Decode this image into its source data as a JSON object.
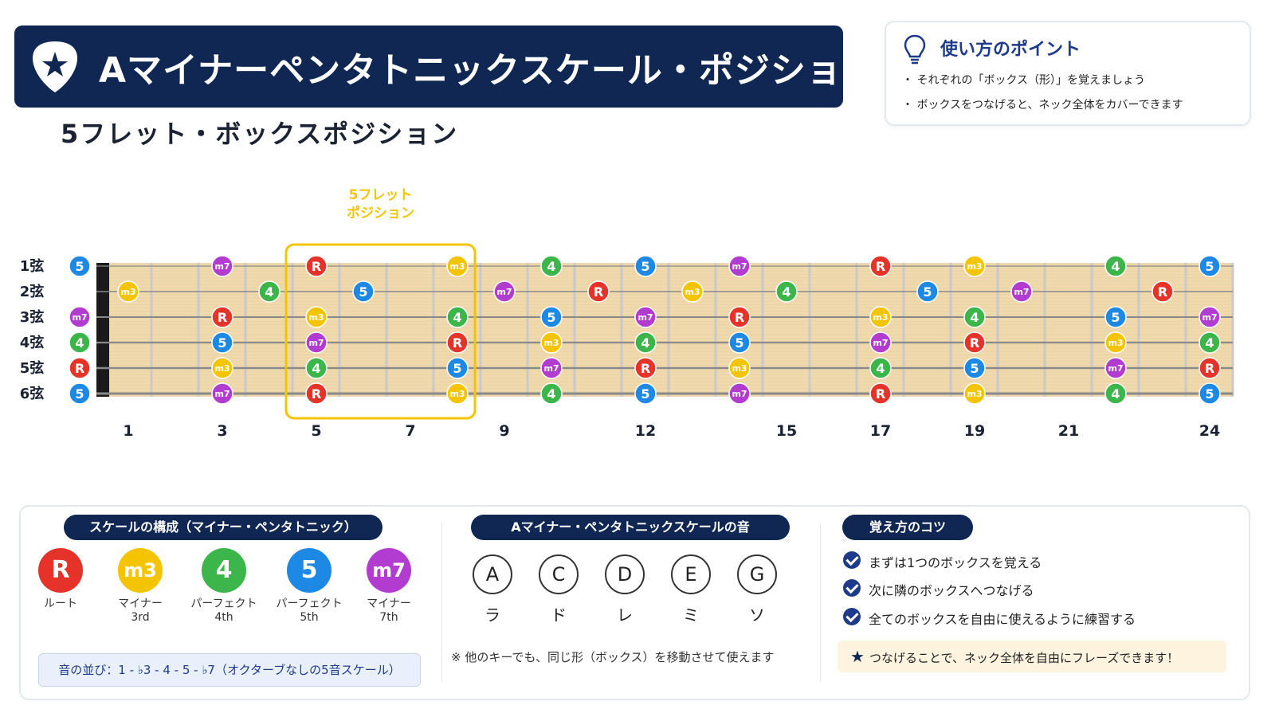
{
  "header": {
    "title": "Aマイナーペンタトニックスケール・ポジション",
    "subtitle": "5フレット・ボックスポジション",
    "logo_icon": "guitar-pick-star-icon"
  },
  "tips": {
    "icon": "lightbulb-icon",
    "title": "使い方のポイント",
    "items": [
      "・ それぞれの「ボックス（形）」を覚えましょう",
      "・ ボックスをつなげると、ネック全体をカバーできます"
    ]
  },
  "fretboard": {
    "highlight_label_line1": "5フレット",
    "highlight_label_line2": "ポジション",
    "highlight_frets": [
      5,
      7
    ],
    "string_labels": [
      "1弦",
      "2弦",
      "3弦",
      "4弦",
      "5弦",
      "6弦"
    ],
    "fret_numbers": [
      "1",
      "3",
      "5",
      "7",
      "9",
      "12",
      "15",
      "17",
      "19",
      "21",
      "24"
    ],
    "fret_number_positions": [
      1,
      3,
      5,
      7,
      9,
      12,
      15,
      17,
      19,
      21,
      24
    ],
    "notes": {
      "1": [
        "5",
        "",
        "m7",
        "",
        "R",
        "",
        "m3",
        "",
        "4",
        "",
        "5",
        "",
        "m7",
        "",
        "R",
        "",
        "m3",
        "",
        "4",
        "",
        "5"
      ],
      "2": [
        "",
        "m3",
        "",
        "4",
        "",
        "5",
        "",
        "m7",
        "",
        "R",
        "",
        "m3",
        "",
        "4",
        "",
        "5",
        "",
        "m7",
        "",
        "R",
        ""
      ],
      "3": [
        "m7",
        "",
        "R",
        "",
        "m3",
        "",
        "4",
        "",
        "5",
        "",
        "m7",
        "",
        "R",
        "",
        "m3",
        "",
        "4",
        "",
        "5",
        "",
        "m7"
      ],
      "4": [
        "4",
        "",
        "5",
        "",
        "m7",
        "",
        "R",
        "",
        "m3",
        "",
        "4",
        "",
        "5",
        "",
        "m7",
        "",
        "R",
        "",
        "m3",
        "",
        "4"
      ],
      "5": [
        "R",
        "",
        "m3",
        "",
        "4",
        "",
        "5",
        "",
        "m7",
        "",
        "R",
        "",
        "m3",
        "",
        "4",
        "",
        "5",
        "",
        "m7",
        "",
        "R"
      ],
      "6": [
        "5",
        "",
        "m7",
        "",
        "R",
        "",
        "m3",
        "",
        "4",
        "",
        "5",
        "",
        "m7",
        "",
        "R",
        "",
        "m3",
        "",
        "4",
        "",
        "5"
      ]
    },
    "note_frets": [
      0,
      1,
      3,
      4,
      5,
      6,
      8,
      9,
      10,
      11,
      12,
      13,
      14,
      15,
      17,
      18,
      19,
      20,
      22,
      23,
      24
    ]
  },
  "colors": {
    "R": "#e5332a",
    "m3": "#f5c400",
    "4": "#3cb54a",
    "5": "#1e88e5",
    "m7": "#b23ccf",
    "navy": "#0f2752",
    "highlight": "#f5c400"
  },
  "scale_structure": {
    "title": "スケールの構成（マイナー・ペンタトニック）",
    "items": [
      {
        "symbol": "R",
        "label1": "ルート",
        "label2": ""
      },
      {
        "symbol": "m3",
        "label1": "マイナー",
        "label2": "3rd"
      },
      {
        "symbol": "4",
        "label1": "パーフェクト",
        "label2": "4th"
      },
      {
        "symbol": "5",
        "label1": "パーフェクト",
        "label2": "5th"
      },
      {
        "symbol": "m7",
        "label1": "マイナー",
        "label2": "7th"
      }
    ],
    "sequence": "音の並び：1 - ♭3 - 4 - 5 - ♭7（オクターブなしの5音スケール）"
  },
  "scale_notes": {
    "title": "Aマイナー・ペンタトニックスケールの音",
    "notes": [
      {
        "letter": "A",
        "kana": "ラ"
      },
      {
        "letter": "C",
        "kana": "ド"
      },
      {
        "letter": "D",
        "kana": "レ"
      },
      {
        "letter": "E",
        "kana": "ミ"
      },
      {
        "letter": "G",
        "kana": "ソ"
      }
    ],
    "hint": "※ 他のキーでも、同じ形（ボックス）を移動させて使えます"
  },
  "memory_tips": {
    "title": "覚え方のコツ",
    "items": [
      "まずは1つのボックスを覚える",
      "次に隣のボックスへつなげる",
      "全てのボックスを自由に使えるように練習する"
    ],
    "note": "つなげることで、ネック全体を自由にフレーズできます！",
    "note_icon": "star-icon"
  }
}
